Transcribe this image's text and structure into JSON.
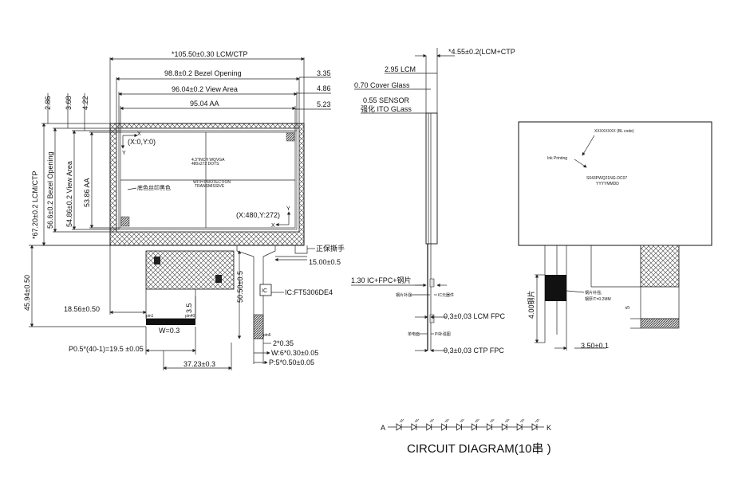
{
  "front_view": {
    "width_lcm_ctp": "*105.50±0.30 LCM/CTP",
    "bezel_opening_w": "98.8±0.2   Bezel Opening",
    "view_area_w": "96.04±0.2 View Area",
    "aa_w": "95.04 AA",
    "right_offset_1": "3.35",
    "right_offset_2": "4.86",
    "right_offset_3": "5.23",
    "top_offset_1": "2.86",
    "top_offset_2": "3.68",
    "top_offset_3": "4.22",
    "height_lcm_ctp": "*67.20±0.2 LCM/CTP",
    "bezel_opening_h": "56.6±0.2 Bezel Opening",
    "view_area_h": "54.86±0.2 View Area",
    "aa_h": "53.86 AA",
    "axis_x": "X",
    "axis_y": "Y",
    "origin": "(X:0,Y:0)",
    "end_point": "(X:480,Y:272)",
    "axis_x2": "X",
    "axis_y2": "Y",
    "center_text_1": "4.3\"INCH WQVGA",
    "center_text_2": "480x272 DOTS",
    "center_text_3": "WITH PROTECTION",
    "center_text_4": "TRANSMISSIVE",
    "bottom_print": "底色丝印黑色",
    "protective_tab": "正保撕手",
    "tab_width": "15.00±0.5",
    "ic_label": "IC:FT5306DE4",
    "ic_box": "IC",
    "total_height": "45.94±0.50",
    "fpc_length": "50.50±0.5",
    "fpc_offset": "18.56±0.50",
    "dim_3_5": "3.5",
    "w_dim": "W=0.3",
    "pitch": "P0.5*(40-1)=19.5 ±0.05",
    "fpc_pos": "37.23±0.3",
    "ctp_pitch": "2*0.35",
    "ctp_w": "W:6*0.30±0.05",
    "ctp_p": "P:5*0.50±0.05",
    "pin_label": "pin6",
    "lcm_pin": "pin1",
    "lcm_pin_end": "pin40"
  },
  "side_view": {
    "thickness_total": "*4.55±0.2(LCM+CTP",
    "lcm_thickness": "2.95 LCM",
    "cover_glass": "0.70 Cover Glass",
    "sensor": "0.55 SENSOR",
    "ito_glass": "强化 ITO GLass",
    "ic_fpc": "1.30 IC+FPC+钢片",
    "stiffener": "钢片补强",
    "ic_components": "IC元器件",
    "lcm_fpc": "0,3±0,03 LCM FPC",
    "pi_stiffener": "PI补强图",
    "ctp_fpc": "0,3±0,03 CTP FPC",
    "single_electric": "单电面"
  },
  "back_view": {
    "bl_code": "XXXXXXXX (BL code)",
    "ink_printing": "Ink Printing",
    "part_no": "S043PWQ21NG-DC07",
    "date_code": "YYYYMMDD",
    "stiffener_note_1": "钢片补强,",
    "stiffener_note_2": "钢厚/T=0.2MM",
    "stiffener_len": "4.00钢片",
    "dim_5": "5",
    "width_3_5": "3.50±0.1"
  },
  "circuit": {
    "anode": "A",
    "cathode": "K",
    "title": "CIRCUIT DIAGRAM(10串 )",
    "led_count": 10
  }
}
